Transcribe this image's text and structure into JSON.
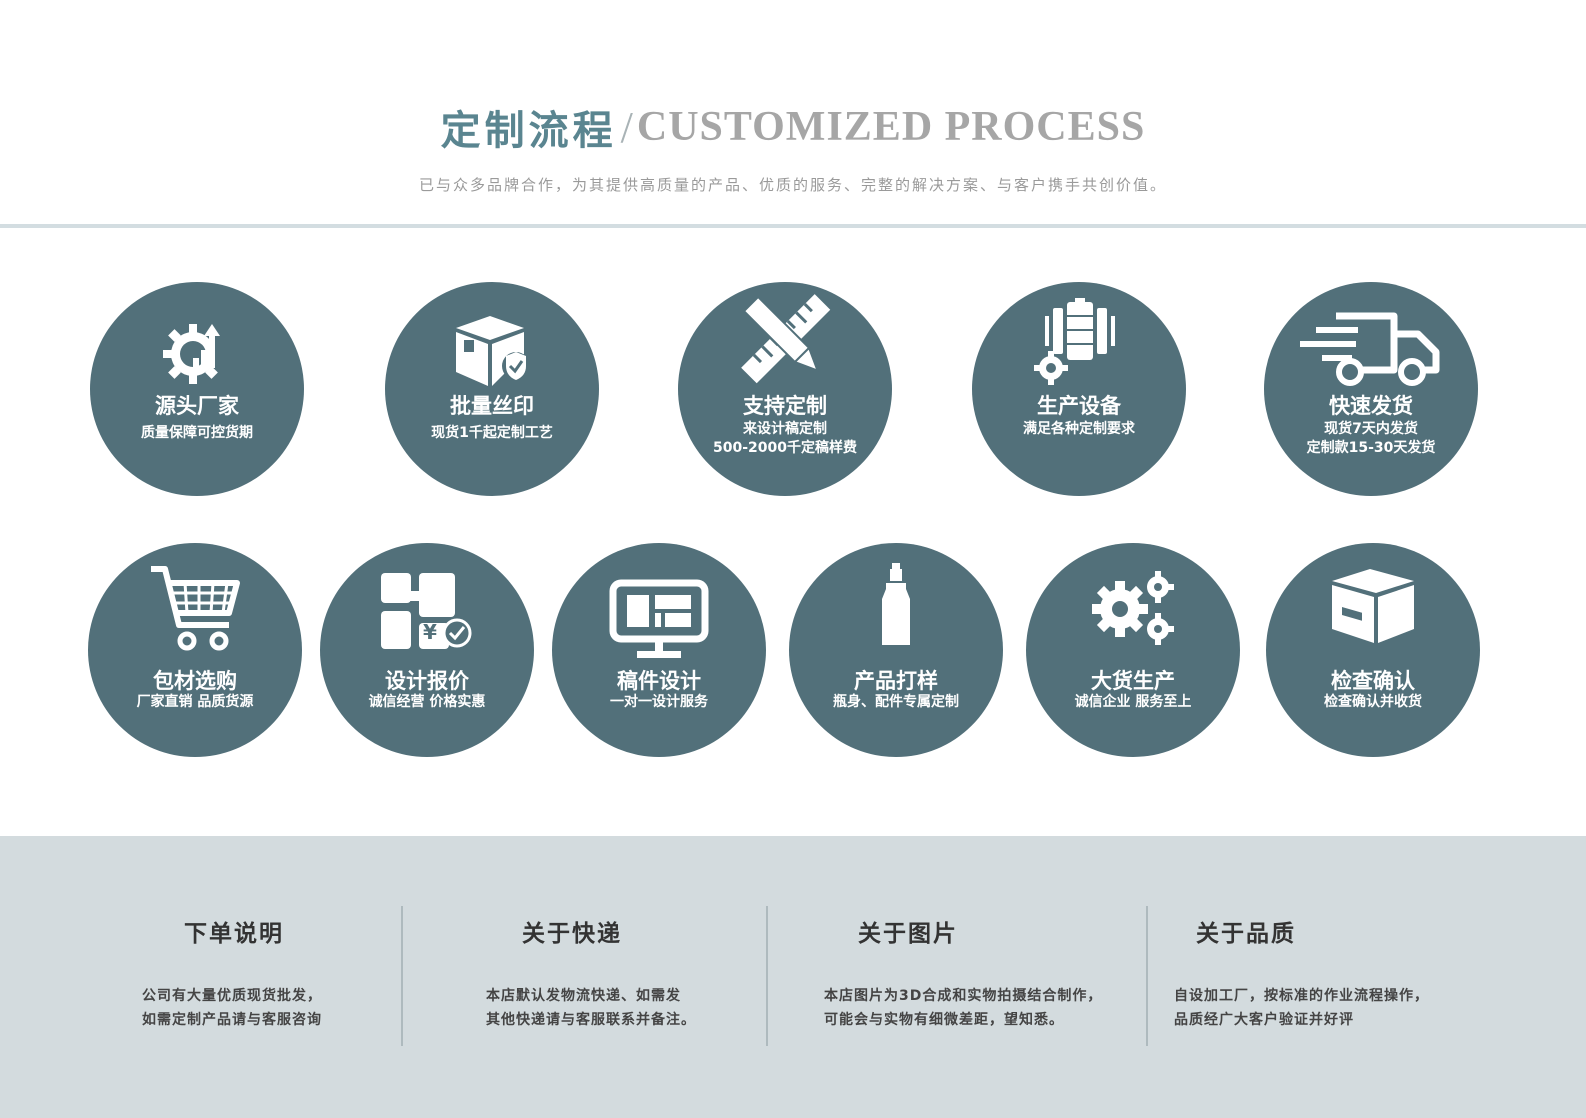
{
  "header": {
    "title_cn": "定制流程",
    "title_sep": "/",
    "title_en": "CUSTOMIZED PROCESS",
    "subtitle": "已与众多品牌合作，为其提供高质量的产品、优质的服务、完整的解决方案、与客户携手共创价值。"
  },
  "colors": {
    "circle": "#52707a",
    "title_accent": "#5a8590",
    "bottom_bg": "#d3dbde"
  },
  "steps_row1": [
    {
      "icon": "gear-chart-icon",
      "label": "源头厂家",
      "desc1": "质量保障可控货期",
      "desc2": ""
    },
    {
      "icon": "box-shield-icon",
      "label": "批量丝印",
      "desc1": "现货1千起定制工艺",
      "desc2": ""
    },
    {
      "icon": "ruler-pencil-icon",
      "label": "支持定制",
      "desc1": "来设计稿定制",
      "desc2": "500-2000千定稿样费"
    },
    {
      "icon": "machine-gear-icon",
      "label": "生产设备",
      "desc1": "满足各种定制要求",
      "desc2": ""
    },
    {
      "icon": "delivery-truck-icon",
      "label": "快速发货",
      "desc1": "现货7天内发货",
      "desc2": "定制款15-30天发货"
    }
  ],
  "steps_row2": [
    {
      "icon": "shopping-cart-icon",
      "label": "包材选购",
      "desc1": "厂家直销 品质货源",
      "desc2": ""
    },
    {
      "icon": "price-quote-icon",
      "label": "设计报价",
      "desc1": "诚信经营 价格实惠",
      "desc2": ""
    },
    {
      "icon": "monitor-design-icon",
      "label": "稿件设计",
      "desc1": "一对一设计服务",
      "desc2": ""
    },
    {
      "icon": "bottle-sample-icon",
      "label": "产品打样",
      "desc1": "瓶身、配件专属定制",
      "desc2": ""
    },
    {
      "icon": "gears-icon",
      "label": "大货生产",
      "desc1": "诚信企业 服务至上",
      "desc2": ""
    },
    {
      "icon": "package-box-icon",
      "label": "检查确认",
      "desc1": "检查确认并收货",
      "desc2": ""
    }
  ],
  "info": [
    {
      "title": "下单说明",
      "line1": "公司有大量优质现货批发，",
      "line2": "如需定制产品请与客服咨询"
    },
    {
      "title": "关于快递",
      "line1": "本店默认发物流快递、如需发",
      "line2": "其他快递请与客服联系并备注。"
    },
    {
      "title": "关于图片",
      "line1": "本店图片为3D合成和实物拍摄结合制作，",
      "line2": "可能会与实物有细微差距，望知悉。"
    },
    {
      "title": "关于品质",
      "line1": "自设加工厂，按标准的作业流程操作，",
      "line2": "品质经广大客户验证并好评"
    }
  ]
}
